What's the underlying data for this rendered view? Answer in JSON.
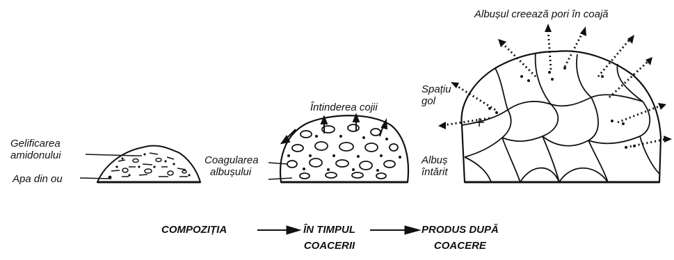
{
  "stages": {
    "raw": {
      "label_gelification_line1": "Gelificarea",
      "label_gelification_line2": "amidonului",
      "label_water": "Apa din ou"
    },
    "baking": {
      "label_coagulation_line1": "Coagularea",
      "label_coagulation_line2": "albușului",
      "label_stretch": "Întinderea cojii"
    },
    "baked": {
      "label_pores": "Albușul creează pori în coajă",
      "label_space_line1": "Spațiu",
      "label_space_line2": "gol",
      "label_hardened_line1": "Albuș",
      "label_hardened_line2": "întărit"
    }
  },
  "flow": {
    "step1": "COMPOZIȚIA",
    "step2_line1": "ÎN TIMPUL",
    "step2_line2": "COACERII",
    "step3_line1": "PRODUS DUPĂ",
    "step3_line2": "COACERE"
  }
}
